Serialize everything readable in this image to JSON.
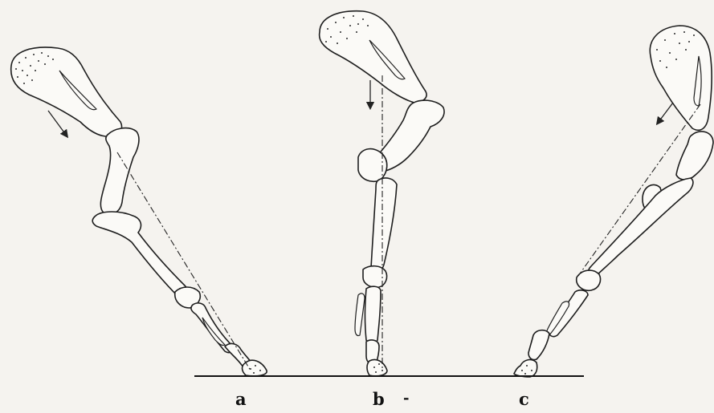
{
  "figure": {
    "panels": [
      {
        "id": "a",
        "label": "a"
      },
      {
        "id": "b",
        "label": "b"
      },
      {
        "id": "c",
        "label": "c"
      }
    ],
    "separator_mark": "-"
  },
  "colors": {
    "ink": "#1e1e1e",
    "paper": "#f5f3ef",
    "bone_fill": "#fbfaf7"
  },
  "icons": {
    "direction_arrow": "arrow-icon"
  }
}
